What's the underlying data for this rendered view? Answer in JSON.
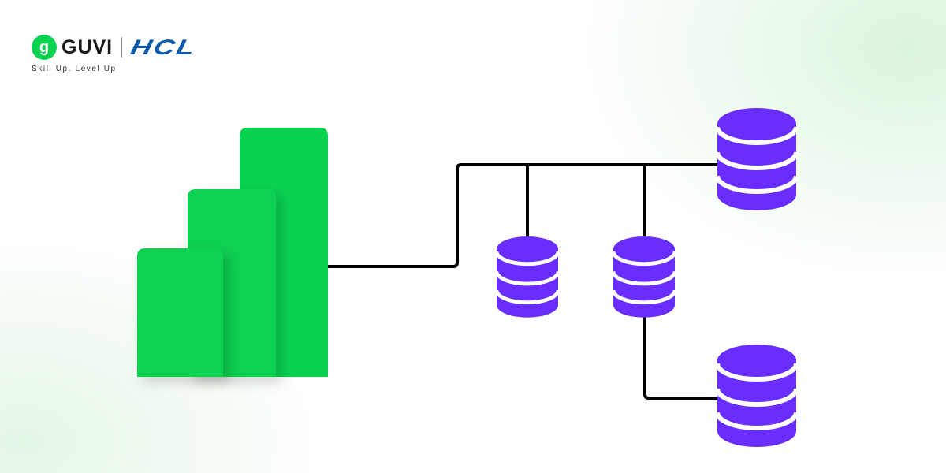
{
  "logo": {
    "badge_glyph": "g",
    "brand": "GUVI",
    "partner": "HCL",
    "tagline": "Skill Up. Level Up"
  },
  "colors": {
    "green": "#0ad251",
    "purple": "#6a2dff",
    "line": "#000000"
  }
}
